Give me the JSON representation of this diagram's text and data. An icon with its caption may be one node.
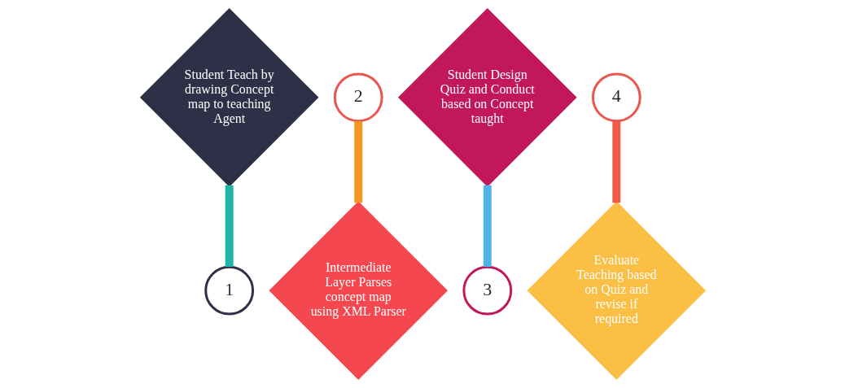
{
  "diagram": {
    "nodes": [
      {
        "text": [
          "Student Teach by drawing Concept map to teaching Agent"
        ]
      },
      {
        "text": [
          "1"
        ]
      },
      {
        "text": [
          "2"
        ]
      },
      {
        "text": [
          "Intermediate Layer Parses concept map using XML Parser"
        ]
      },
      {
        "text": [
          "Student Design Quiz and Conduct based on Concept taught"
        ]
      },
      {
        "text": [
          "3"
        ]
      },
      {
        "text": [
          "4"
        ]
      },
      {
        "text": [
          "Evaluate Teaching based on Quiz and revise if required"
        ]
      }
    ],
    "edges": [
      {
        "from": 0,
        "to": 1,
        "arrow": "none",
        "color": "#1fb5a8"
      },
      {
        "from": 2,
        "to": 3,
        "arrow": "none",
        "color": "#f7941d"
      },
      {
        "from": 4,
        "to": 5,
        "arrow": "none",
        "color": "#4fb3e8"
      },
      {
        "from": 6,
        "to": 7,
        "arrow": "none",
        "color": "#f05a4a"
      }
    ]
  }
}
